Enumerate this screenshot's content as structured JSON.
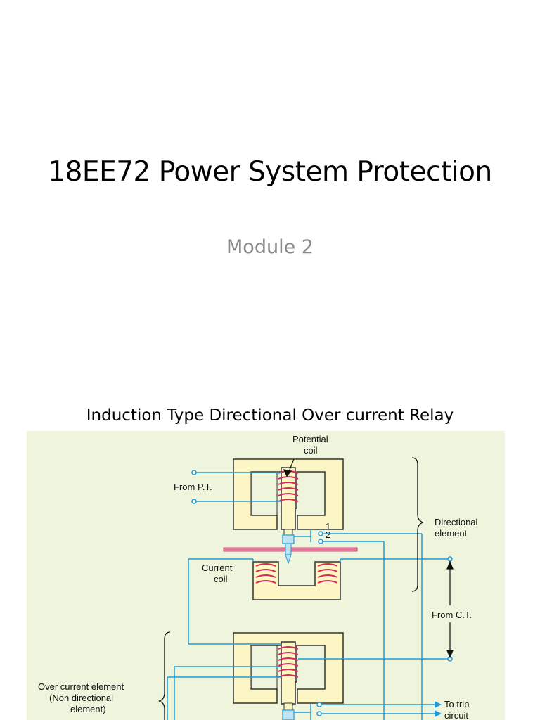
{
  "slide": {
    "title": "18EE72 Power System Protection",
    "subtitle": "Module 2",
    "figure_caption": "Induction Type Directional Over current Relay"
  },
  "diagram": {
    "labels": {
      "potential_coil_line1": "Potential",
      "potential_coil_line2": "coil",
      "from_pt": "From P.T.",
      "contact_1": "1",
      "contact_2": "2",
      "directional_element_line1": "Directional",
      "directional_element_line2": "element",
      "current_coil_line1": "Current",
      "current_coil_line2": "coil",
      "from_ct": "From C.T.",
      "overcurrent_line1": "Over current element",
      "overcurrent_line2": "(Non directional",
      "overcurrent_line3": "element)",
      "to_trip_line1": "To trip",
      "to_trip_line2": "circuit"
    },
    "colors": {
      "background": "#eef5dc",
      "core_fill": "#fbf6c4",
      "wire": "#1e9bd7",
      "coil": "#d42a5a",
      "disc": "#e6739a",
      "outline": "#333333"
    }
  }
}
